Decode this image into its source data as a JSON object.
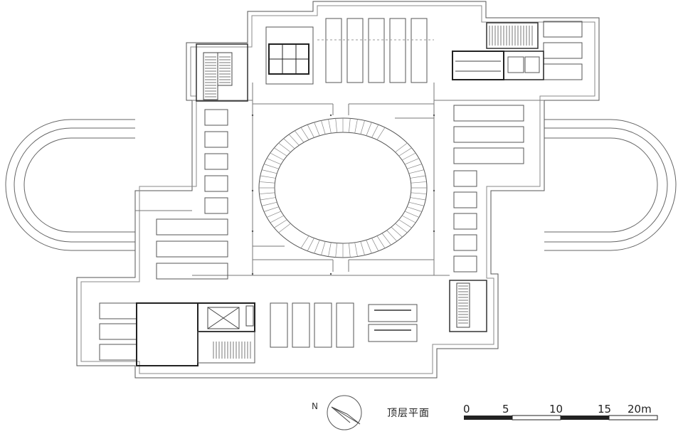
{
  "drawing": {
    "caption": "顶层平面",
    "north_label": "N",
    "scale_labels": [
      "0",
      "5",
      "10",
      "15",
      "20m"
    ],
    "line_color": "#555555",
    "dark_color": "#222222"
  }
}
